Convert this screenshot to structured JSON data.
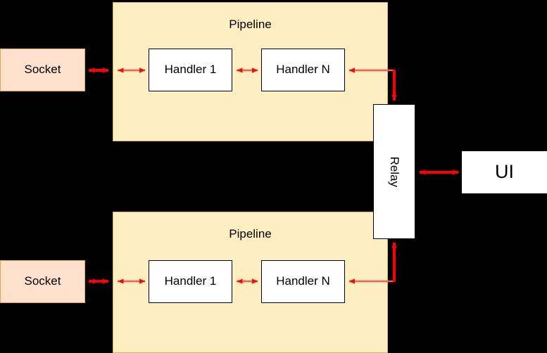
{
  "diagram": {
    "title": "Pipeline / Relay / UI architecture diagram",
    "background_color": "#000000",
    "accent_color": "#ff0000"
  },
  "palette": {
    "pipeline_fill": "#ffeec2",
    "pipeline_stroke": "#d6b656",
    "socket_fill": "#fde1cd",
    "socket_stroke": "#e8a33d",
    "node_fill": "#ffffff",
    "node_stroke": "#000000",
    "arrow": "#ff0000",
    "arrow_thin": "#fb5b50"
  },
  "nodes": {
    "pipeline_top": {
      "label": "Pipeline",
      "handlers": [
        {
          "label": "Handler 1"
        },
        {
          "label": "Handler N"
        }
      ]
    },
    "pipeline_bottom": {
      "label": "Pipeline",
      "handlers": [
        {
          "label": "Handler 1"
        },
        {
          "label": "Handler N"
        }
      ]
    },
    "socket_top": {
      "label": "Socket"
    },
    "socket_bottom": {
      "label": "Socket"
    },
    "relay": {
      "label": "Relay"
    },
    "ui": {
      "label": "UI"
    }
  },
  "connectors": [
    {
      "name": "socket-top-to-pipeline-top",
      "style": "double-arrow",
      "orientation": "horizontal"
    },
    {
      "name": "pipeline-top-edge-to-handler-1-top",
      "style": "double-arrow",
      "orientation": "horizontal"
    },
    {
      "name": "handler-1-top-to-handler-n-top",
      "style": "double-arrow",
      "orientation": "horizontal"
    },
    {
      "name": "relay-to-handler-n-top",
      "style": "elbow-arrow",
      "orientation": "left"
    },
    {
      "name": "handler-n-top-to-relay",
      "style": "elbow-arrow",
      "orientation": "down"
    },
    {
      "name": "relay-to-ui",
      "style": "double-arrow",
      "orientation": "horizontal"
    },
    {
      "name": "socket-bottom-to-pipeline-bottom",
      "style": "double-arrow",
      "orientation": "horizontal"
    },
    {
      "name": "pipeline-bottom-edge-to-handler-1-bottom",
      "style": "double-arrow",
      "orientation": "horizontal"
    },
    {
      "name": "handler-1-bottom-to-handler-n-bottom",
      "style": "double-arrow",
      "orientation": "horizontal"
    },
    {
      "name": "relay-to-handler-n-bottom",
      "style": "elbow-arrow",
      "orientation": "left"
    },
    {
      "name": "handler-n-bottom-to-relay",
      "style": "elbow-arrow",
      "orientation": "up"
    }
  ]
}
